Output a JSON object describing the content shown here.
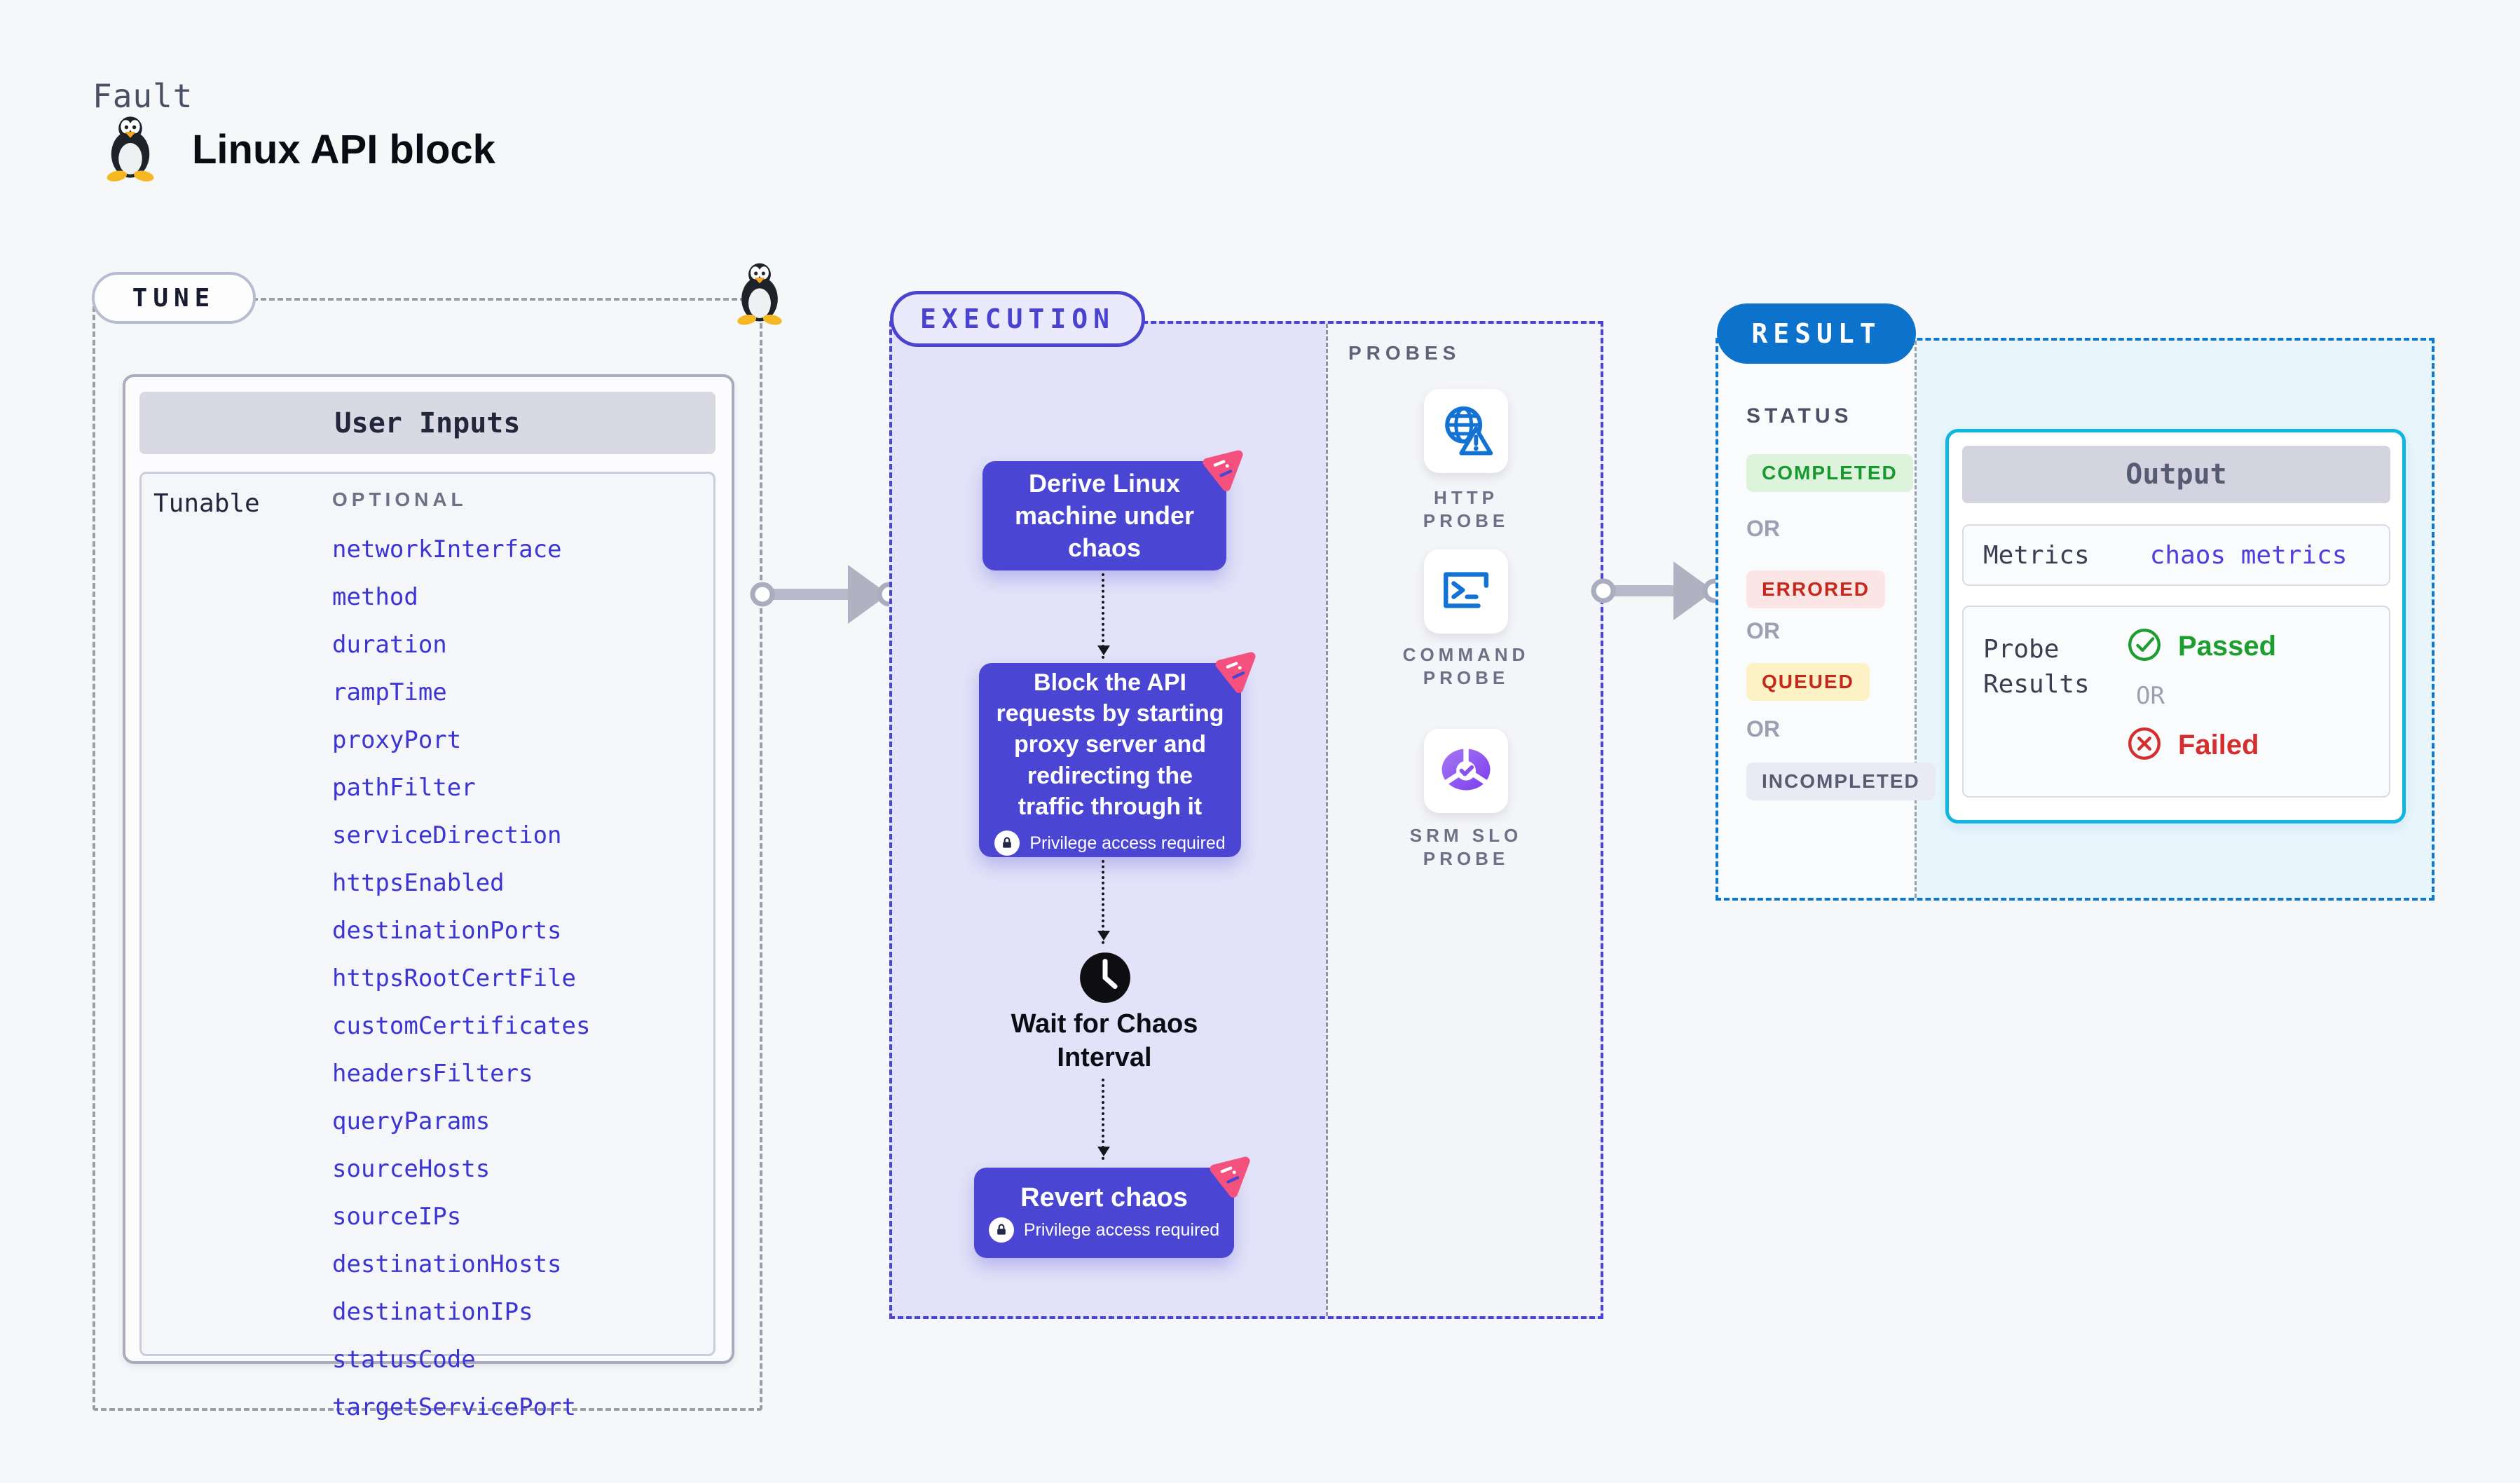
{
  "page": {
    "kicker": "Fault",
    "title": "Linux API block"
  },
  "tune": {
    "pill_label": "TUNE",
    "card_header": "User Inputs",
    "row_label": "Tunable",
    "optional_label": "OPTIONAL",
    "params": [
      "networkInterface",
      "method",
      "duration",
      "rampTime",
      "proxyPort",
      "pathFilter",
      "serviceDirection",
      "httpsEnabled",
      "destinationPorts",
      "httpsRootCertFile",
      "customCertificates",
      "headersFilters",
      "queryParams",
      "sourceHosts",
      "sourceIPs",
      "destinationHosts",
      "destinationIPs",
      "statusCode",
      "targetServicePort"
    ]
  },
  "execution": {
    "pill_label": "EXECUTION",
    "nodes": [
      {
        "label": "Derive Linux machine under chaos"
      },
      {
        "label": "Block the API requests by starting proxy server and redirecting the traffic through it",
        "privilege": "Privilege access required"
      },
      {
        "label": "Wait for Chaos Interval",
        "icon": "clock-icon"
      },
      {
        "label": "Revert chaos",
        "privilege": "Privilege access required"
      }
    ],
    "probes": {
      "panel_label": "PROBES",
      "items": [
        {
          "label": "HTTP PROBE",
          "icon": "http-probe-icon"
        },
        {
          "label": "COMMAND PROBE",
          "icon": "command-probe-icon"
        },
        {
          "label": "SRM SLO PROBE",
          "icon": "srm-slo-probe-icon"
        }
      ]
    }
  },
  "result": {
    "pill_label": "RESULT",
    "status_label": "STATUS",
    "or_label": "OR",
    "statuses": [
      {
        "label": "COMPLETED",
        "bg": "#def3dc",
        "color": "#169a2f"
      },
      {
        "label": "ERRORED",
        "bg": "#fbe5e5",
        "color": "#c5281c"
      },
      {
        "label": "QUEUED",
        "bg": "#fdf1c6",
        "color": "#c5281c"
      },
      {
        "label": "INCOMPLETED",
        "bg": "#e9eaf3",
        "color": "#575c71"
      }
    ],
    "output": {
      "header": "Output",
      "metrics_label": "Metrics",
      "metrics_value": "chaos metrics",
      "probe_results_label": "Probe Results",
      "passed_label": "Passed",
      "or_label": "OR",
      "failed_label": "Failed"
    }
  },
  "colors": {
    "accent_indigo": "#4b45d4",
    "accent_blue": "#0d72cc",
    "accent_cyan": "#10b5e0",
    "param_text": "#3c35d6",
    "passed_green": "#1e9e30",
    "failed_red": "#d32f2f",
    "flag_pink": "#f4517e"
  }
}
